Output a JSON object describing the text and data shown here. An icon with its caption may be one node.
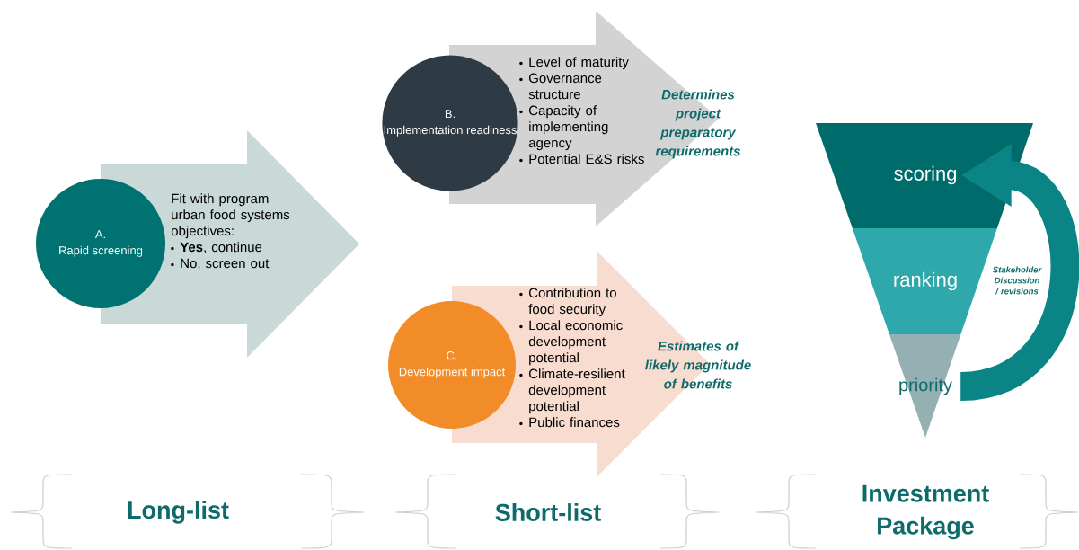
{
  "diagram": {
    "nodes": [
      {
        "text": [
          "Fit with program urban food systems objectives:",
          "**Yes**, continue",
          "No, screen out"
        ]
      },
      {
        "text": [
          "A.",
          "Rapid screening"
        ]
      },
      {
        "text": [
          "Level of maturity",
          "Governance structure",
          "Capacity of implementing agency",
          "Potential E&S risks",
          "Determines project preparatory requirements"
        ]
      },
      {
        "text": [
          "B.",
          "Implementation readiness"
        ]
      },
      {
        "text": [
          "Contribution to food security",
          "Local economic development potential",
          "Climate-resilient development potential",
          "Public finances",
          "Estimates of likely magnitude of benefits"
        ]
      },
      {
        "text": [
          "C.",
          "Development impact"
        ]
      },
      {
        "text": [
          "scoring"
        ]
      },
      {
        "text": [
          "ranking"
        ]
      },
      {
        "text": [
          "priority"
        ]
      }
    ],
    "edges": [
      {
        "from": 8,
        "to": 6,
        "arrow": "to",
        "label": "Stakeholder Discussion / revisions"
      }
    ],
    "labels": [
      "Long-list",
      "Short-list",
      "Investment Package"
    ]
  }
}
